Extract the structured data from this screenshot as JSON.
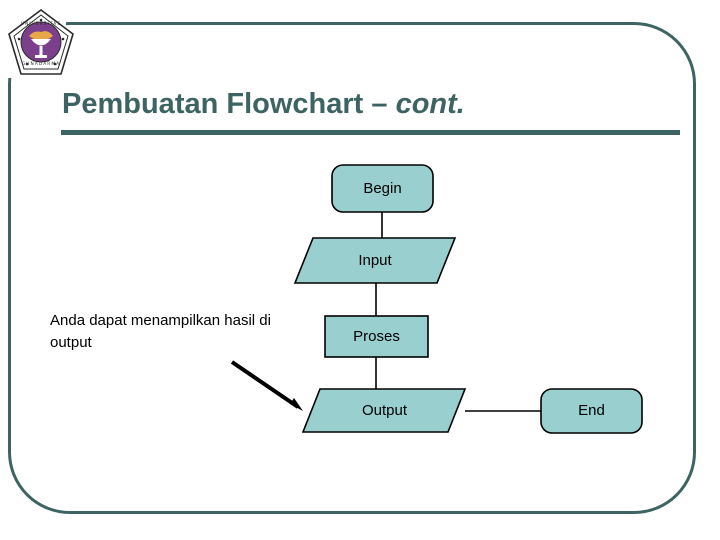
{
  "slide": {
    "title_main": "Pembuatan Flowchart – ",
    "title_italic": "cont.",
    "logo_name": "university-crest-logo",
    "colors": {
      "accent": "#3E6363",
      "node_fill": "#9ACFCF",
      "node_stroke": "#000000",
      "logo_purple": "#7B3F8C",
      "text": "#000000"
    }
  },
  "flowchart": {
    "nodes": [
      {
        "id": "begin",
        "label": "Begin",
        "shape": "terminator"
      },
      {
        "id": "input",
        "label": "Input",
        "shape": "parallelogram"
      },
      {
        "id": "proses",
        "label": "Proses",
        "shape": "rectangle"
      },
      {
        "id": "output",
        "label": "Output",
        "shape": "parallelogram"
      },
      {
        "id": "end",
        "label": "End",
        "shape": "terminator"
      }
    ],
    "connectors": [
      {
        "from": "begin",
        "to": "input",
        "orientation": "vertical"
      },
      {
        "from": "input",
        "to": "proses",
        "orientation": "vertical"
      },
      {
        "from": "proses",
        "to": "output",
        "orientation": "vertical"
      },
      {
        "from": "output",
        "to": "end",
        "orientation": "horizontal"
      }
    ],
    "annotation": {
      "text": "Anda dapat menampilkan hasil di output",
      "pointer": "diagonal-arrow-to-output"
    }
  }
}
